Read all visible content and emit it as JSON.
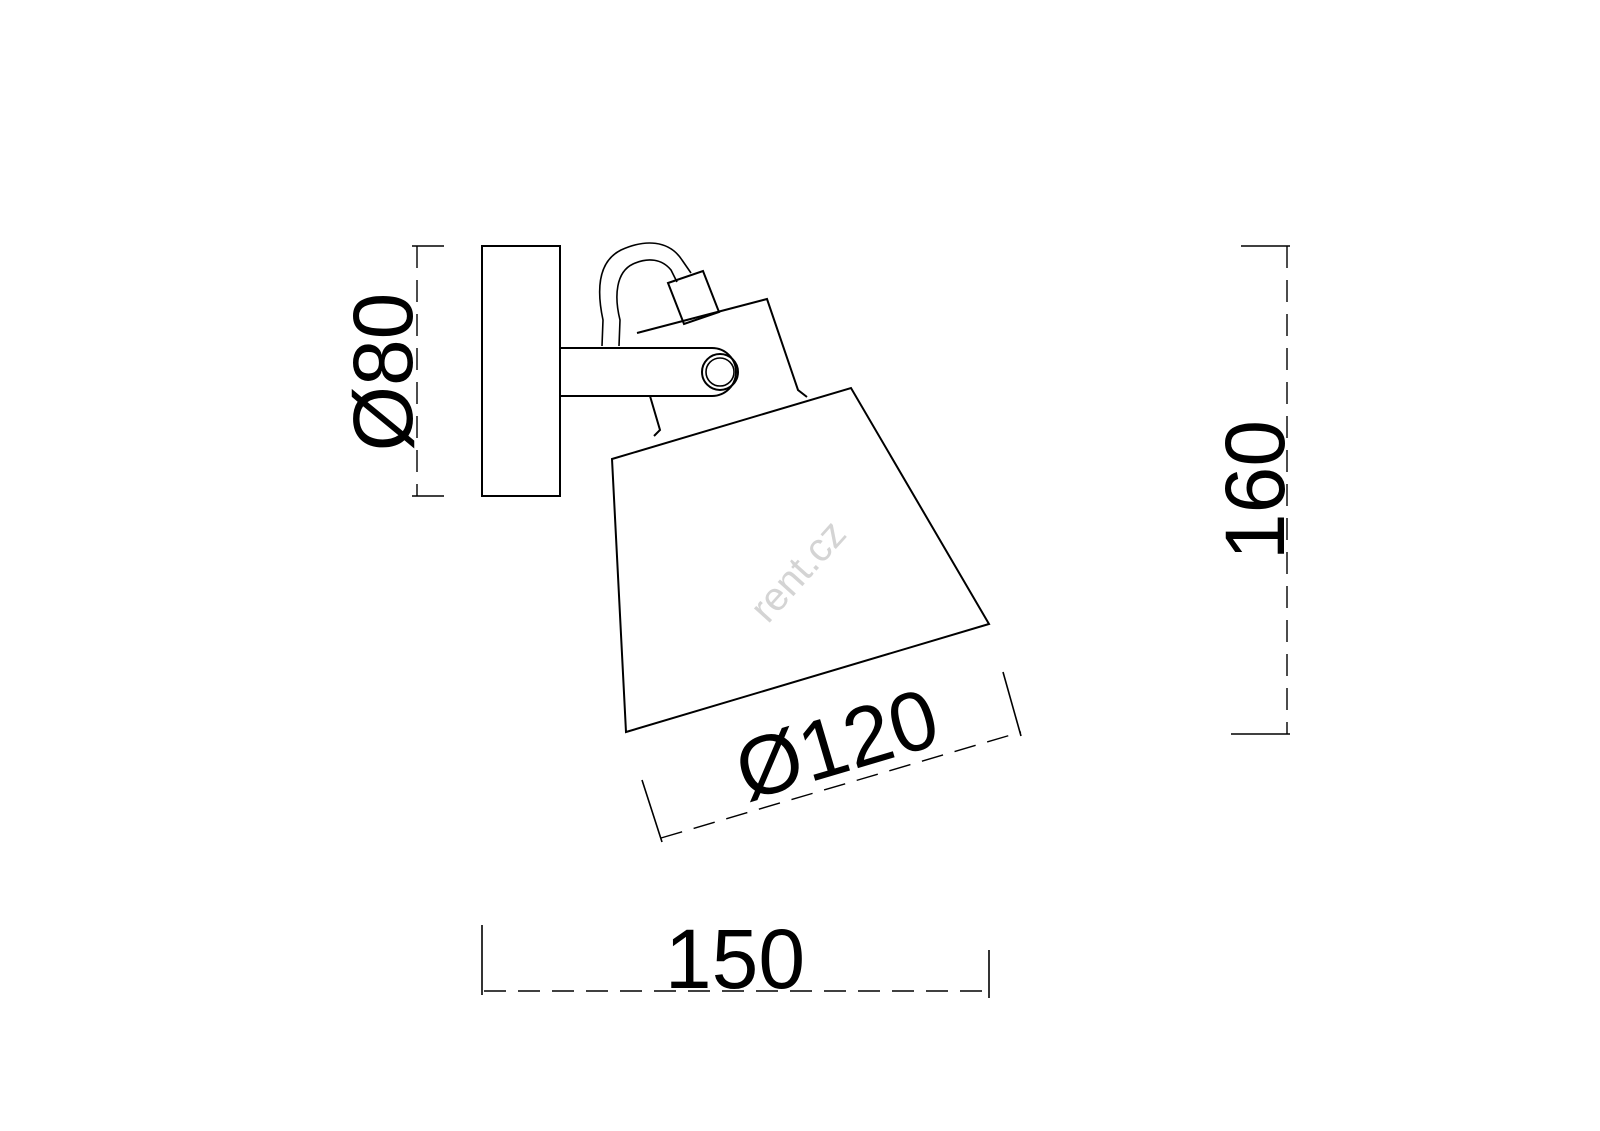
{
  "dimensions": {
    "canopy_diameter": "Ø80",
    "total_height": "160",
    "shade_diameter": "Ø120",
    "total_depth": "150"
  },
  "watermark": {
    "text": "rent.cz"
  },
  "colors": {
    "line": "#000000",
    "background": "#ffffff",
    "watermark": "#d4d4d4"
  }
}
